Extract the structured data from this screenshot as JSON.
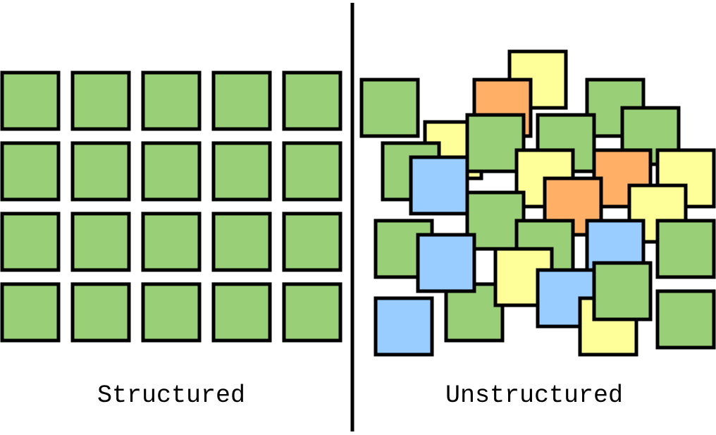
{
  "labels": {
    "left": "Structured",
    "right": "Unstructured"
  },
  "colors": {
    "green": "#99d077",
    "yellow": "#ffff99",
    "orange": "#ffb066",
    "blue": "#99ccff",
    "outline": "#000000",
    "divider": "#000000"
  },
  "structured_grid": {
    "rows": 4,
    "columns": 5,
    "color": "green"
  },
  "unstructured_tiles": [
    "yellow",
    "green",
    "orange",
    "green",
    "yellow",
    "green",
    "green",
    "green",
    "green",
    "blue",
    "yellow",
    "orange",
    "yellow",
    "green",
    "orange",
    "yellow",
    "green",
    "green",
    "blue",
    "green",
    "green",
    "blue",
    "yellow",
    "blue",
    "yellow",
    "green",
    "green",
    "blue",
    "green"
  ]
}
